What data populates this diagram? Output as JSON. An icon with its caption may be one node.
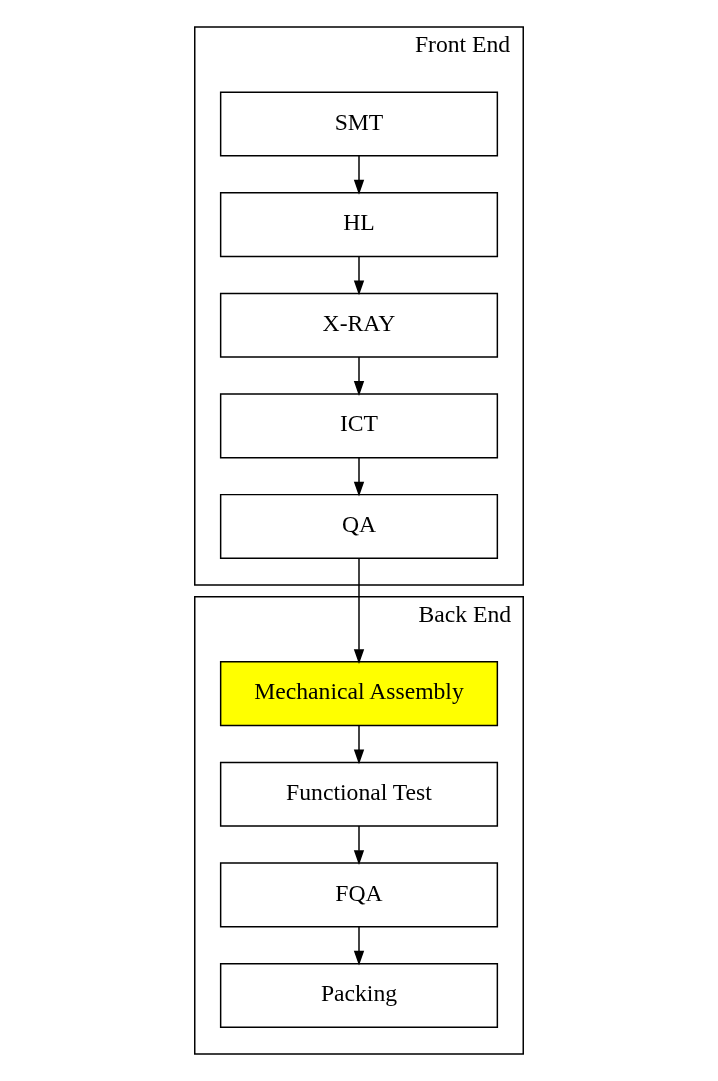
{
  "diagram": {
    "nodes": [
      {
        "text": [
          "Front End"
        ]
      },
      {
        "text": [
          "SMT"
        ],
        "in": 0
      },
      {
        "text": [
          "HL"
        ],
        "in": 0
      },
      {
        "text": [
          "X-RAY"
        ],
        "in": 0
      },
      {
        "text": [
          "ICT"
        ],
        "in": 0
      },
      {
        "text": [
          "QA"
        ],
        "in": 0
      },
      {
        "text": [
          "Back End"
        ]
      },
      {
        "text": [
          "Mechanical Assembly"
        ],
        "in": 6
      },
      {
        "text": [
          "Functional Test"
        ],
        "in": 6
      },
      {
        "text": [
          "FQA"
        ],
        "in": 6
      },
      {
        "text": [
          "Packing"
        ],
        "in": 6
      }
    ],
    "edges": [
      {
        "from": 1,
        "to": 2,
        "arrow": "to"
      },
      {
        "from": 2,
        "to": 3,
        "arrow": "to"
      },
      {
        "from": 3,
        "to": 4,
        "arrow": "to"
      },
      {
        "from": 4,
        "to": 5,
        "arrow": "to"
      },
      {
        "from": 5,
        "to": 7,
        "arrow": "to"
      },
      {
        "from": 7,
        "to": 8,
        "arrow": "to"
      },
      {
        "from": 8,
        "to": 9,
        "arrow": "to"
      },
      {
        "from": 9,
        "to": 10,
        "arrow": "to"
      }
    ]
  }
}
